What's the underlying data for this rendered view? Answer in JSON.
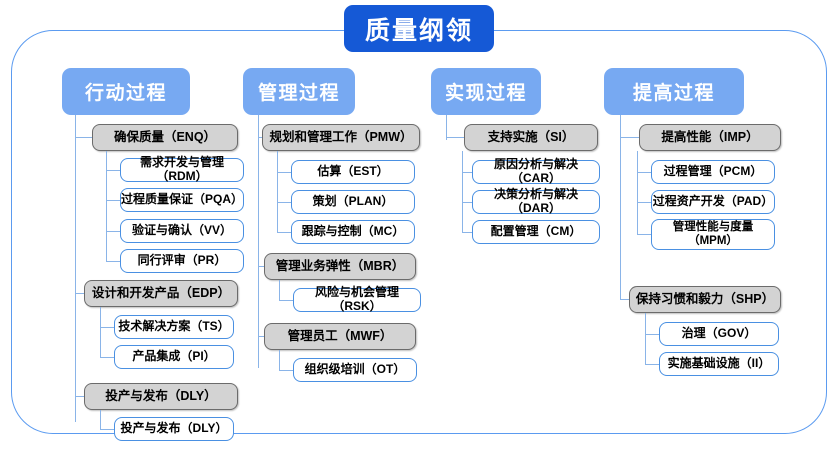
{
  "diagram": {
    "title": "质量纲领",
    "type": "hierarchy-tree"
  },
  "columns": [
    {
      "id": "col-action",
      "header": "行动过程",
      "groups": [
        {
          "label": "确保质量（ENQ）",
          "children": [
            "需求开发与管理（RDM）",
            "过程质量保证（PQA）",
            "验证与确认（VV）",
            "同行评审（PR）"
          ]
        },
        {
          "label": "设计和开发产品（EDP）",
          "children": [
            "技术解决方案（TS）",
            "产品集成（PI）"
          ]
        },
        {
          "label": "投产与发布（DLY）",
          "children": [
            "投产与发布（DLY）"
          ]
        }
      ]
    },
    {
      "id": "col-management",
      "header": "管理过程",
      "groups": [
        {
          "label": "规划和管理工作（PMW）",
          "children": [
            "估算（EST）",
            "策划（PLAN）",
            "跟踪与控制（MC）"
          ]
        },
        {
          "label": "管理业务弹性（MBR）",
          "children": [
            "风险与机会管理（RSK）"
          ]
        },
        {
          "label": "管理员工（MWF）",
          "children": [
            "组织级培训（OT）"
          ]
        }
      ]
    },
    {
      "id": "col-implementation",
      "header": "实现过程",
      "groups": [
        {
          "label": "支持实施（SI）",
          "children": [
            "原因分析与解决（CAR）",
            "决策分析与解决（DAR）",
            "配置管理（CM）"
          ]
        }
      ]
    },
    {
      "id": "col-improvement",
      "header": "提高过程",
      "groups": [
        {
          "label": "提高性能（IMP）",
          "children": [
            "过程管理（PCM）",
            "过程资产开发（PAD）",
            "管理性能与度量\n（MPM）"
          ]
        },
        {
          "label": "保持习惯和毅力（SHP）",
          "children": [
            "治理（GOV）",
            "实施基础设施（II）"
          ]
        }
      ]
    }
  ],
  "colors": {
    "title_bg": "#1559d6",
    "header_bg": "#77a9f2",
    "group_bg": "#d3d3d3",
    "group_border": "#6b6b6b",
    "leaf_border": "#4a90e2",
    "connector": "#8ab4e8",
    "frame_border": "#5b9bf0"
  }
}
